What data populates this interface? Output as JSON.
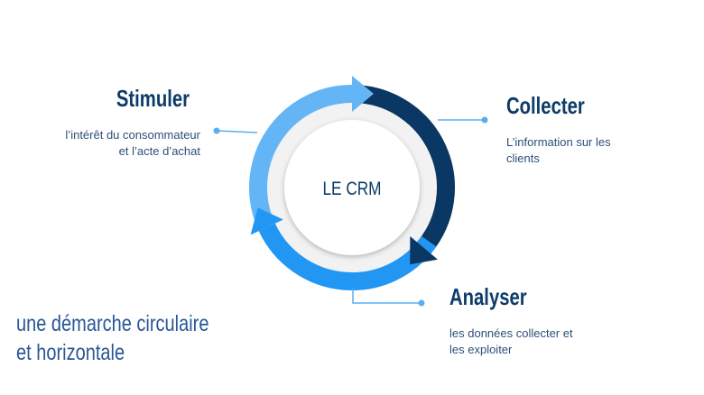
{
  "center_label": "LE CRM",
  "steps": [
    {
      "title": "Stimuler",
      "lines": [
        "l’intérêt du consommateur",
        "et l’acte d’achat"
      ],
      "color": "#64b5f6"
    },
    {
      "title": "Collecter",
      "lines": [
        "L’information sur les",
        "clients"
      ],
      "color": "#0a3763"
    },
    {
      "title": "Analyser",
      "lines": [
        "les données collecter et",
        "les exploiter"
      ],
      "color": "#2196f3"
    }
  ],
  "tagline": [
    "une démarche circulaire",
    "et horizontale"
  ],
  "colors": {
    "connector": "#5aaef0",
    "inner_ring": "#f2f2f2",
    "heading": "#0e3b67"
  }
}
